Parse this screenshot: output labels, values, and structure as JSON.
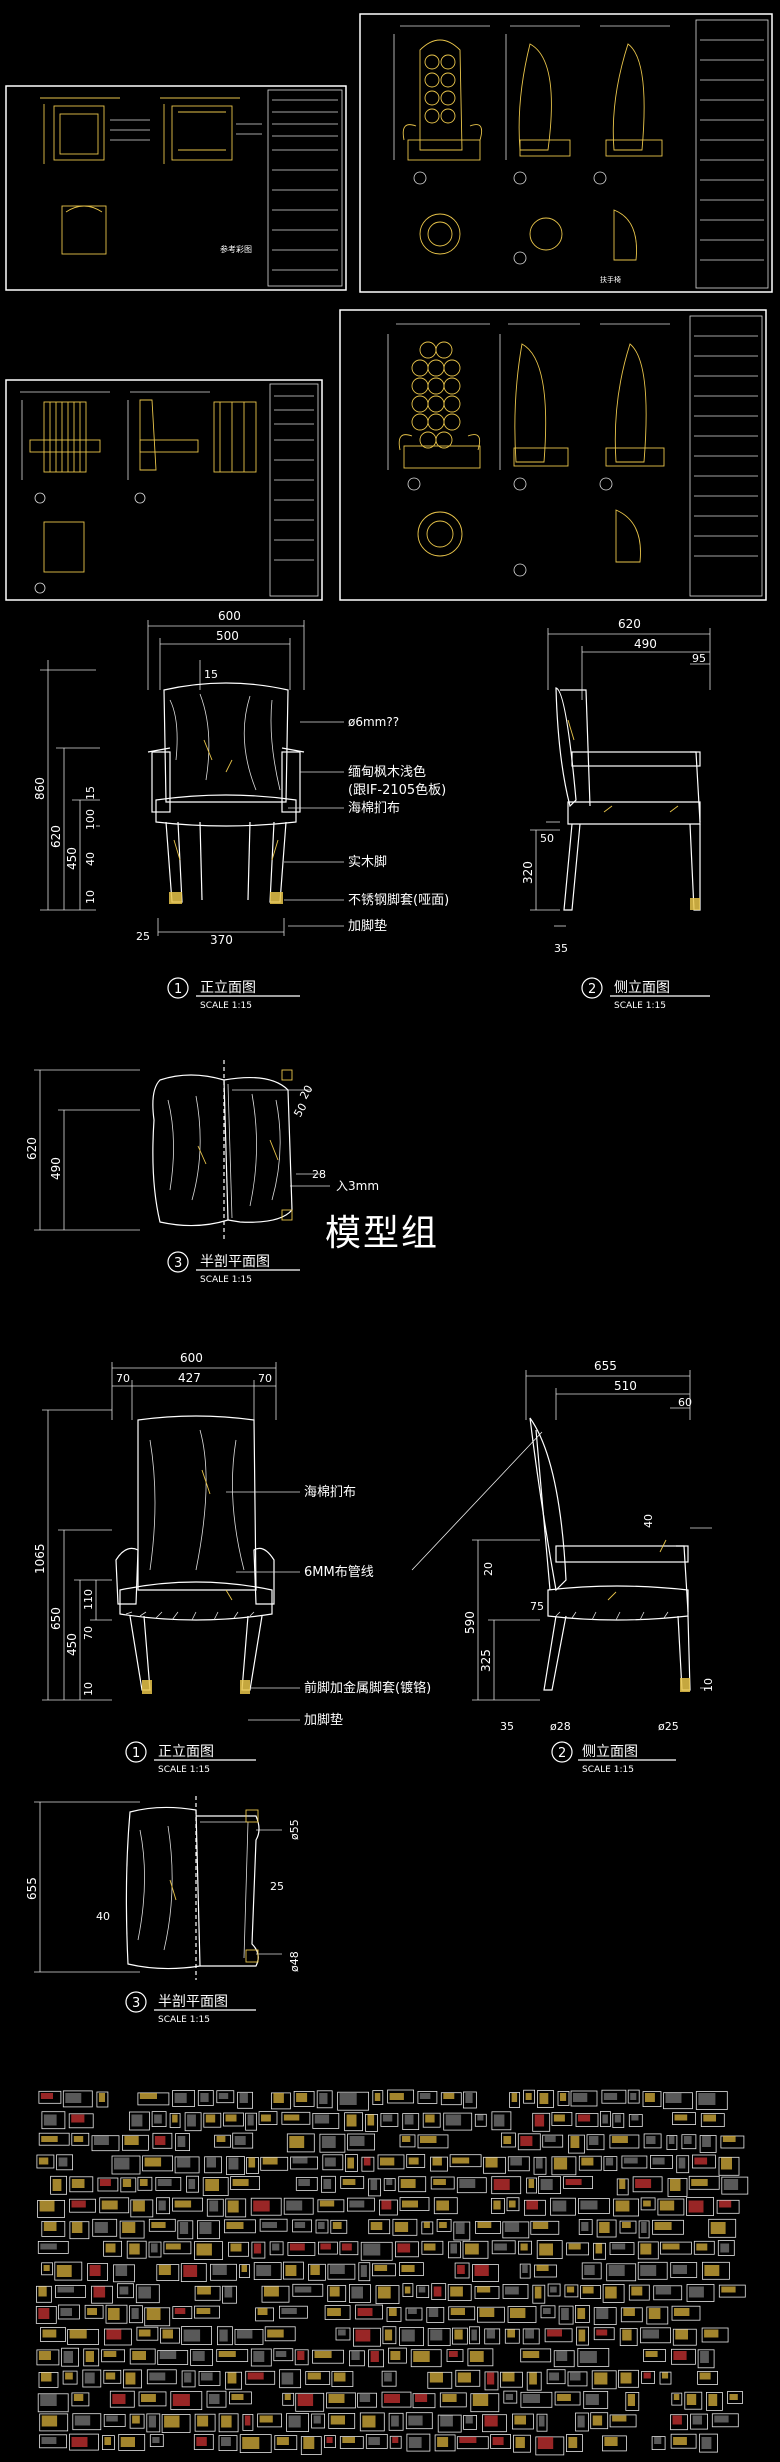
{
  "sheet_top_left": {
    "caption": "参考彩图"
  },
  "sheet_top_right": {
    "footer": "扶手椅"
  },
  "view1": {
    "front": {
      "number": "1",
      "title": "正立面图",
      "scale": "SCALE 1:15",
      "dims": {
        "w_outer": "600",
        "w_inner": "500",
        "d15": "15",
        "h_total": "860",
        "h_620": "620",
        "h_450": "450",
        "d15b": "15",
        "d100": "100",
        "d40": "40",
        "d10": "10",
        "d25": "25",
        "w_370": "370"
      },
      "notes": [
        "ø6mm??",
        "缅甸枫木浅色",
        "(跟IF-2105色板)",
        "海棉扪布",
        "实木脚",
        "不锈钢脚套(哑面)",
        "加脚垫"
      ]
    },
    "side": {
      "number": "2",
      "title": "侧立面图",
      "scale": "SCALE 1:15",
      "dims": {
        "w_620": "620",
        "w_490": "490",
        "d95": "95",
        "d50": "50",
        "h_320": "320",
        "d35": "35"
      }
    },
    "plan": {
      "number": "3",
      "title": "半剖平面图",
      "scale": "SCALE 1:15",
      "dims": {
        "h_620": "620",
        "h_490": "490",
        "d28": "28",
        "d20": "20",
        "d50": "50",
        "note": "入3mm"
      }
    }
  },
  "watermark": "模型组",
  "view2": {
    "front": {
      "number": "1",
      "title": "正立面图",
      "scale": "SCALE 1:15",
      "dims": {
        "w_600": "600",
        "w_70a": "70",
        "w_427": "427",
        "w_70b": "70",
        "h_1065": "1065",
        "h_650": "650",
        "h_450": "450",
        "d110": "110",
        "d70": "70",
        "d10": "10"
      },
      "notes": [
        "海棉扪布",
        "6MM布管线",
        "前脚加金属脚套(镀铬)",
        "加脚垫"
      ]
    },
    "side": {
      "number": "2",
      "title": "侧立面图",
      "scale": "SCALE 1:15",
      "dims": {
        "w_655": "655",
        "w_510": "510",
        "d60": "60",
        "d40": "40",
        "d20": "20",
        "d75": "75",
        "h_590": "590",
        "h_325": "325",
        "d35": "35",
        "d28": "ø28",
        "d25": "ø25",
        "d10": "10"
      }
    },
    "plan": {
      "number": "3",
      "title": "半剖平面图",
      "scale": "SCALE 1:15",
      "dims": {
        "h_655": "655",
        "d40": "40",
        "d25": "25",
        "d55": "ø55",
        "d48": "ø48"
      }
    }
  }
}
